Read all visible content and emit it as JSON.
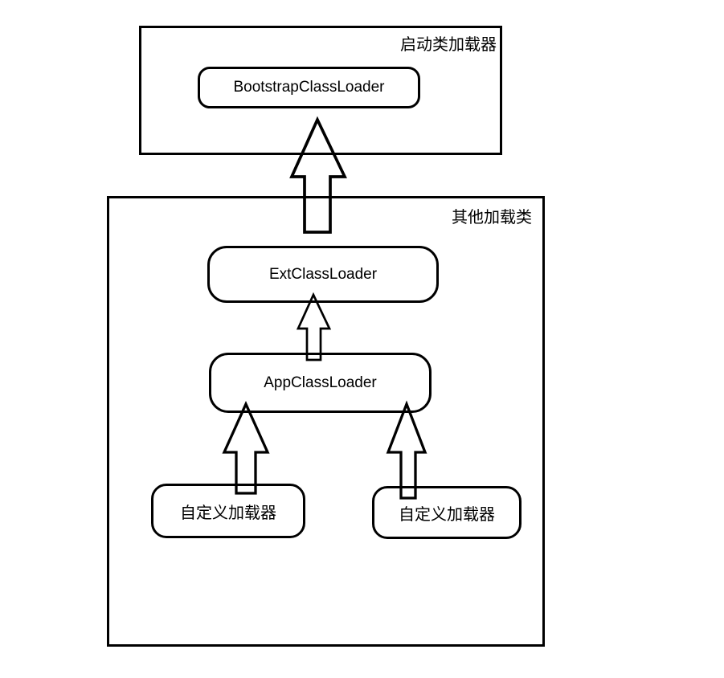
{
  "page": {
    "background": "#ffffff",
    "stroke_color": "#000000"
  },
  "diagram": {
    "type": "classloader-hierarchy",
    "groups": [
      {
        "id": "bootstrap-group",
        "label": "启动类加载器",
        "nodes": [
          {
            "id": "bootstrap",
            "label": "BootstrapClassLoader"
          }
        ]
      },
      {
        "id": "others-group",
        "label": "其他加载类",
        "nodes": [
          {
            "id": "ext",
            "label": "ExtClassLoader"
          },
          {
            "id": "app",
            "label": "AppClassLoader"
          },
          {
            "id": "custom-left",
            "label": "自定义加载器"
          },
          {
            "id": "custom-right",
            "label": "自定义加载器"
          }
        ]
      }
    ],
    "edges": [
      {
        "from": "ext",
        "to": "bootstrap",
        "direction": "up",
        "style": "hollow-arrow"
      },
      {
        "from": "app",
        "to": "ext",
        "direction": "up",
        "style": "hollow-arrow"
      },
      {
        "from": "custom-left",
        "to": "app",
        "direction": "up",
        "style": "hollow-arrow"
      },
      {
        "from": "custom-right",
        "to": "app",
        "direction": "up",
        "style": "hollow-arrow"
      }
    ]
  }
}
